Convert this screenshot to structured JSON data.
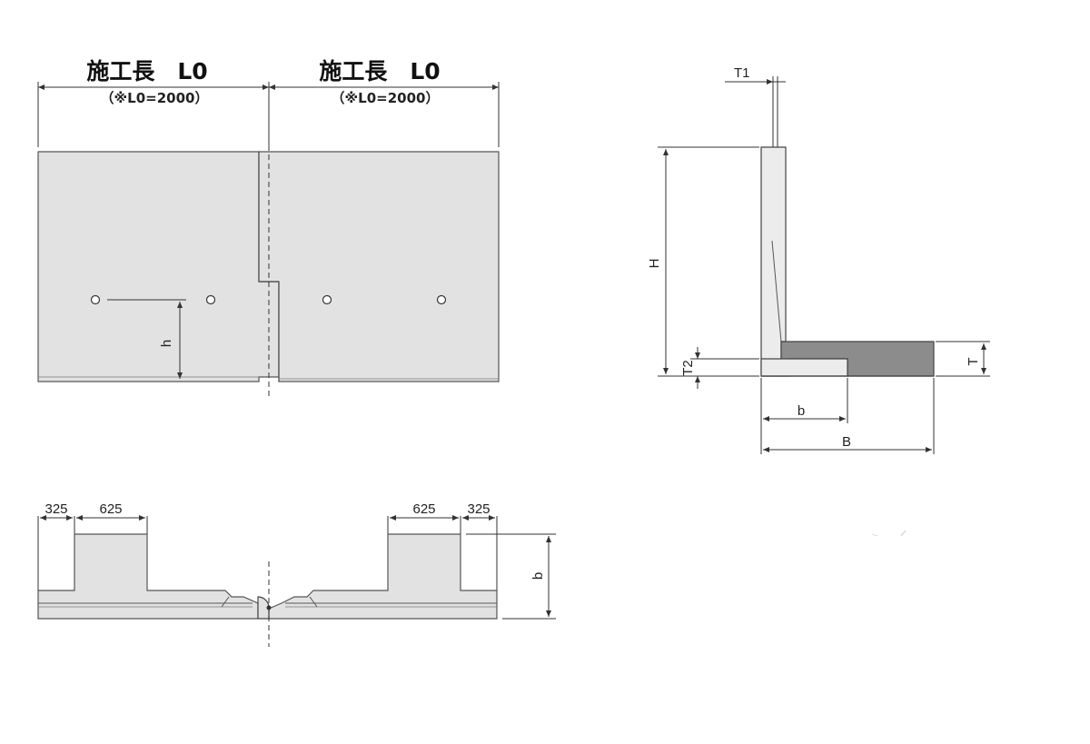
{
  "front_view": {
    "left_title": "施工長　L0",
    "left_subtitle": "（※L0=2000）",
    "right_title": "施工長　L0",
    "right_subtitle": "（※L0=2000）",
    "h_label": "h"
  },
  "section_view": {
    "t1_label": "T1",
    "h_label": "H",
    "t2_label": "T2",
    "t_label": "T",
    "b_label": "b",
    "bb_label": "B"
  },
  "plan_view": {
    "dim_325_left": "325",
    "dim_625_left": "625",
    "dim_625_right": "625",
    "dim_325_right": "325",
    "b_label": "b"
  }
}
